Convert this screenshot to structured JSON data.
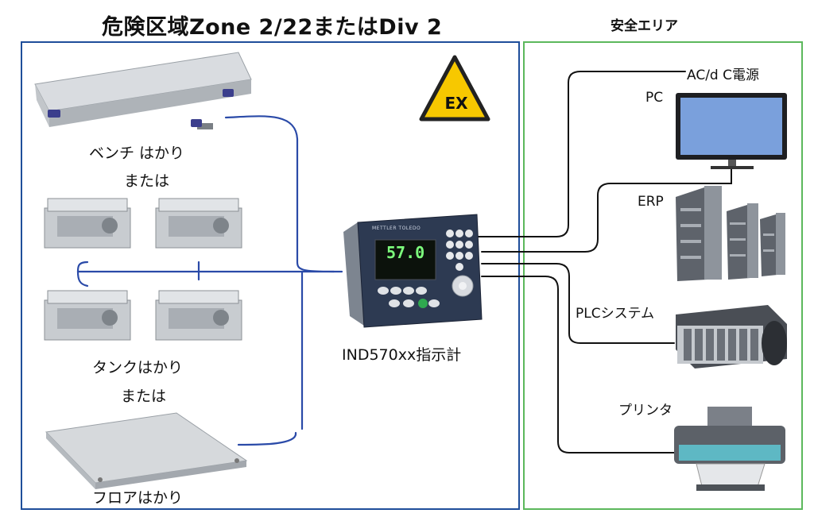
{
  "titles": {
    "hazardous_zone": "危険区域Zone 2/22またはDiv 2",
    "safe_area": "安全エリア"
  },
  "hazard_sign": {
    "text": "EX"
  },
  "indicator": {
    "label": "IND570xx指示計",
    "brand": "METTLER TOLEDO",
    "display_value": "57.0"
  },
  "scales": {
    "bench": "ベンチ はかり",
    "or_1": "または",
    "tank": "タンクはかり",
    "or_2": "または",
    "floor": "フロアはかり"
  },
  "devices": {
    "power": "AC/d C電源",
    "pc": "PC",
    "erp": "ERP",
    "plc": "PLCシステム",
    "printer": "プリンタ"
  },
  "colors": {
    "hazard_border": "#1f4e9a",
    "safe_border": "#5cb85c",
    "hazard_cable": "#2a4aa8",
    "safe_cable": "#111111",
    "sign_yellow": "#f7c800"
  }
}
